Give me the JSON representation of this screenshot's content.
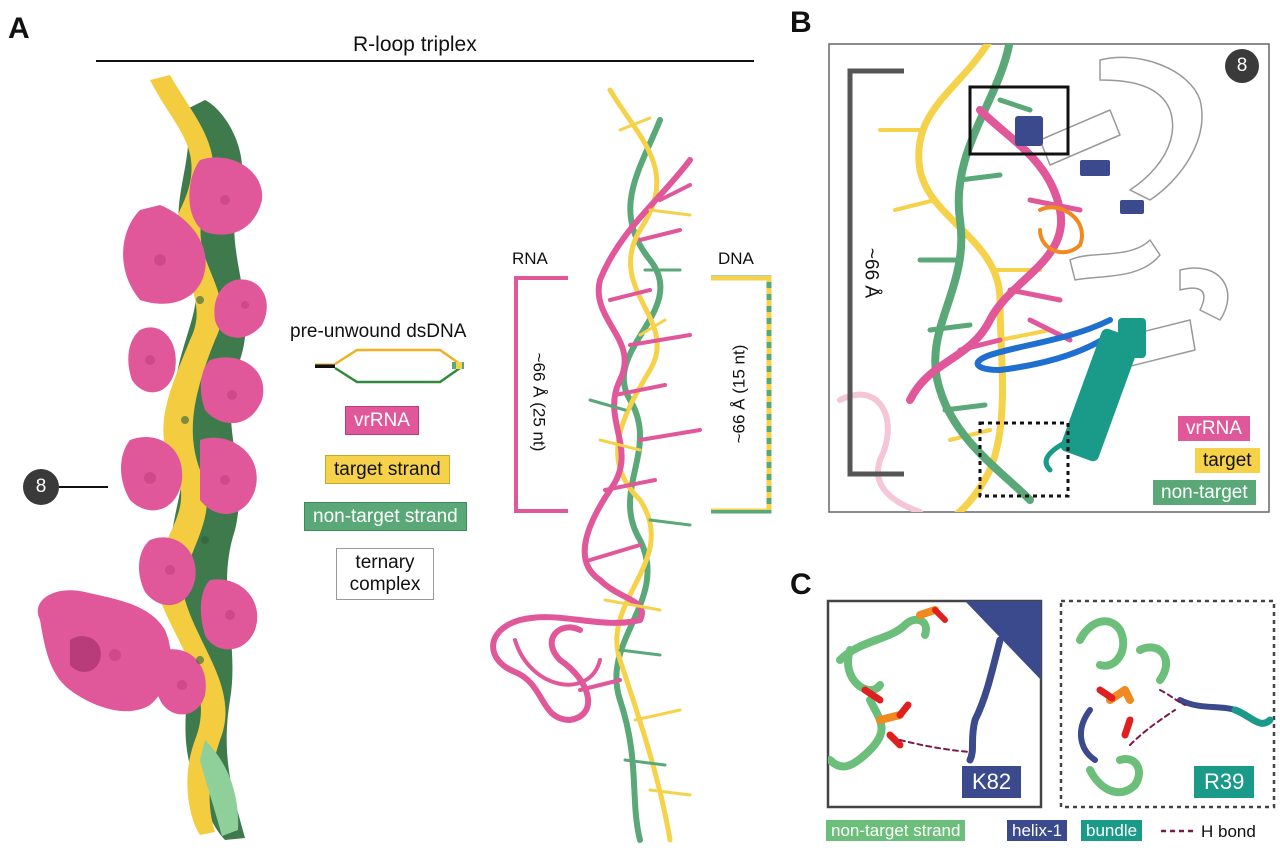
{
  "panels": {
    "a": "A",
    "b": "B",
    "c": "C"
  },
  "panel_a": {
    "title": "R-loop triplex",
    "marker": "8",
    "inset_title": "pre-unwound dsDNA",
    "legend": {
      "vrrna": "vrRNA",
      "target": "target strand",
      "nontarget": "non-target strand",
      "ternary_line1": "ternary",
      "ternary_line2": "complex"
    },
    "rna_label": "RNA",
    "dna_label": "DNA",
    "rna_measure": "~66 Å (25 nt)",
    "dna_measure": "~66 Å (15 nt)"
  },
  "panel_b": {
    "marker": "8",
    "measure": "~66 Å",
    "legend": {
      "vrrna": "vrRNA",
      "target": "target",
      "nontarget": "non-target"
    }
  },
  "panel_c": {
    "left_residue": "K82",
    "right_residue": "R39",
    "legend": {
      "nontarget": "non-target strand",
      "helix": "helix-1",
      "bundle": "bundle",
      "hbond": "H bond"
    }
  },
  "colors": {
    "vrrna_pink": "#e0589a",
    "target_yellow": "#f5d24a",
    "nontarget_green": "#5aa878",
    "helix_blue": "#3a4a8c",
    "bundle_teal": "#1a9a88",
    "hbond": "#7a1a4a",
    "marker_dark": "#3a3a3a"
  }
}
